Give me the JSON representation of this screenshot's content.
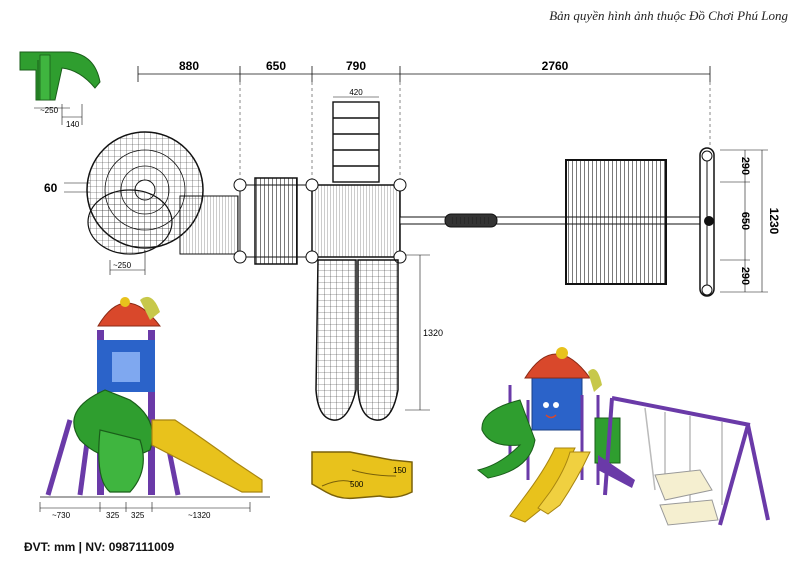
{
  "copyright": "Bản quyền hình ảnh thuộc Đồ Chơi Phú Long",
  "footer": "ĐVT: mm | NV: 0987111009",
  "top_dims": [
    "880",
    "650",
    "790",
    "2760"
  ],
  "ladder_dim": "420",
  "left_dim": "60",
  "right_dims": [
    "290",
    "650",
    "290"
  ],
  "right_total": "1230",
  "slide_length_dim": "1320",
  "tube_dim": "~250",
  "inset_dims": [
    "~250",
    "140"
  ],
  "bottom_dims": [
    "~730",
    "325",
    "325",
    "~1320"
  ],
  "slide_profile_dims": [
    "500",
    "150"
  ],
  "colors": {
    "green": "#2f9e2f",
    "yellow": "#e8c21c",
    "purple": "#6a3aa8",
    "blue": "#2b63c9",
    "red": "#d9482b",
    "line": "#111111"
  }
}
